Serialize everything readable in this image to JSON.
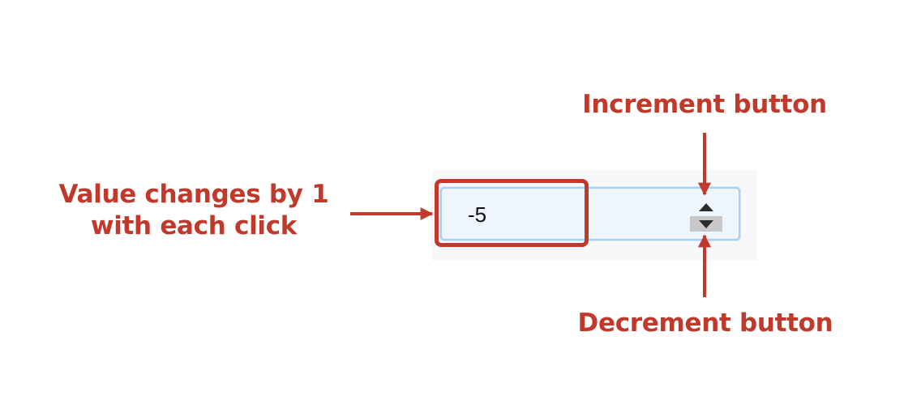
{
  "number_input": {
    "value": "-5"
  },
  "annotations": {
    "value_change_line1": "Value changes by 1",
    "value_change_line2": "with each click",
    "increment": "Increment button",
    "decrement": "Decrement button"
  },
  "colors": {
    "annotation": "#c0392b",
    "input_background": "#eef5fd",
    "input_border": "#a9cdf4"
  },
  "icons": {
    "increment": "triangle-up-icon",
    "decrement": "triangle-down-icon"
  }
}
